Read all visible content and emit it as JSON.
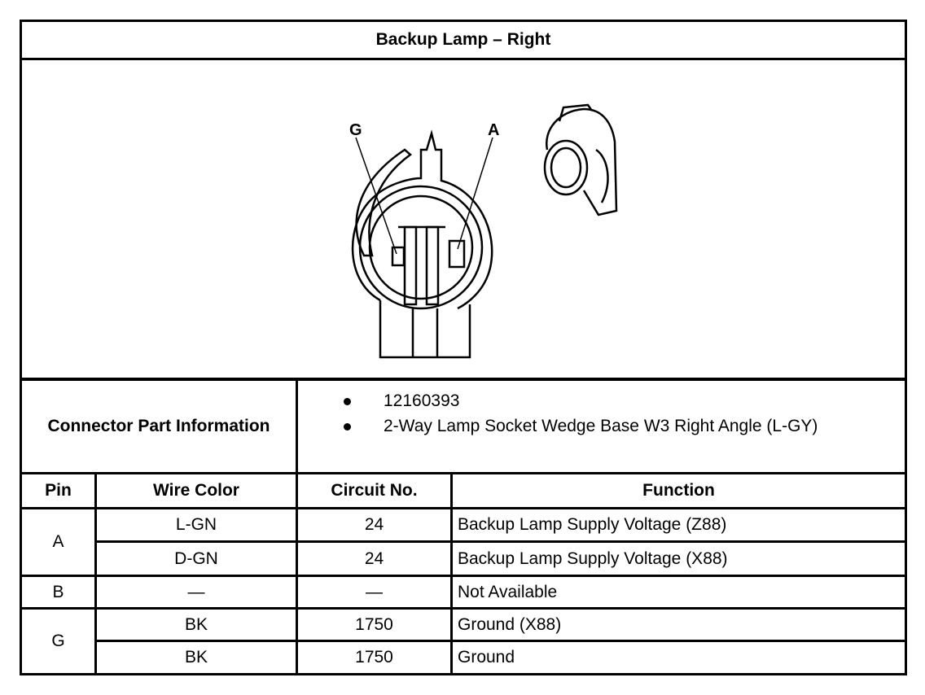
{
  "title": "Backup Lamp – Right",
  "figure": {
    "callouts": [
      "G",
      "A"
    ]
  },
  "connector_info": {
    "label": "Connector Part Information",
    "items": [
      "12160393",
      "2-Way Lamp Socket Wedge Base W3 Right Angle (L-GY)"
    ]
  },
  "table": {
    "headers": [
      "Pin",
      "Wire Color",
      "Circuit No.",
      "Function"
    ],
    "pins": [
      "A",
      "B",
      "G"
    ],
    "rows": [
      {
        "wire": "L-GN",
        "circuit": "24",
        "function": "Backup Lamp Supply Voltage (Z88)"
      },
      {
        "wire": "D-GN",
        "circuit": "24",
        "function": "Backup Lamp Supply Voltage (X88)"
      },
      {
        "wire": "—",
        "circuit": "—",
        "function": "Not Available"
      },
      {
        "wire": "BK",
        "circuit": "1750",
        "function": "Ground (X88)"
      },
      {
        "wire": "BK",
        "circuit": "1750",
        "function": "Ground"
      }
    ]
  }
}
